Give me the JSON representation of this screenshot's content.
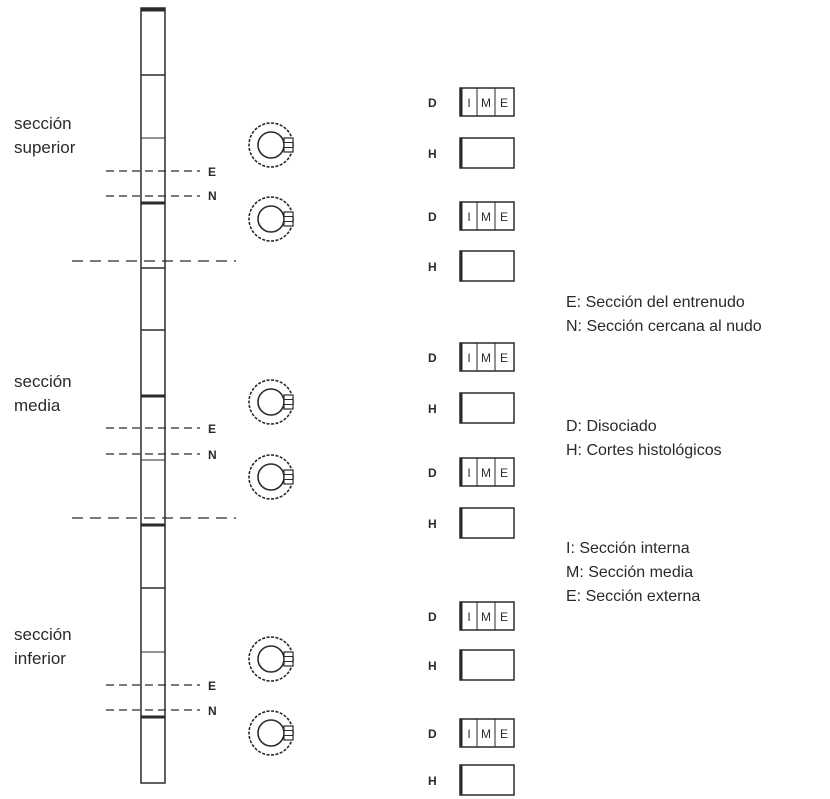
{
  "sections": [
    {
      "line1": "sección",
      "line2": "superior"
    },
    {
      "line1": "sección",
      "line2": "media"
    },
    {
      "line1": "sección",
      "line2": "inferior"
    }
  ],
  "cut_labels": {
    "entrenudo": "E",
    "nudo": "N"
  },
  "sample_labels": {
    "disociado": "D",
    "histologico": "H"
  },
  "box_cells": [
    "I",
    "M",
    "E"
  ],
  "legend": {
    "cuts": [
      "E: Sección del entrenudo",
      "N: Sección cercana al nudo"
    ],
    "samples": [
      "D: Disociado",
      "H: Cortes histológicos"
    ],
    "zones": [
      "I: Sección interna",
      "M: Sección media",
      "E: Sección externa"
    ]
  },
  "colors": {
    "ink": "#2a2a2a",
    "background": "#ffffff"
  }
}
